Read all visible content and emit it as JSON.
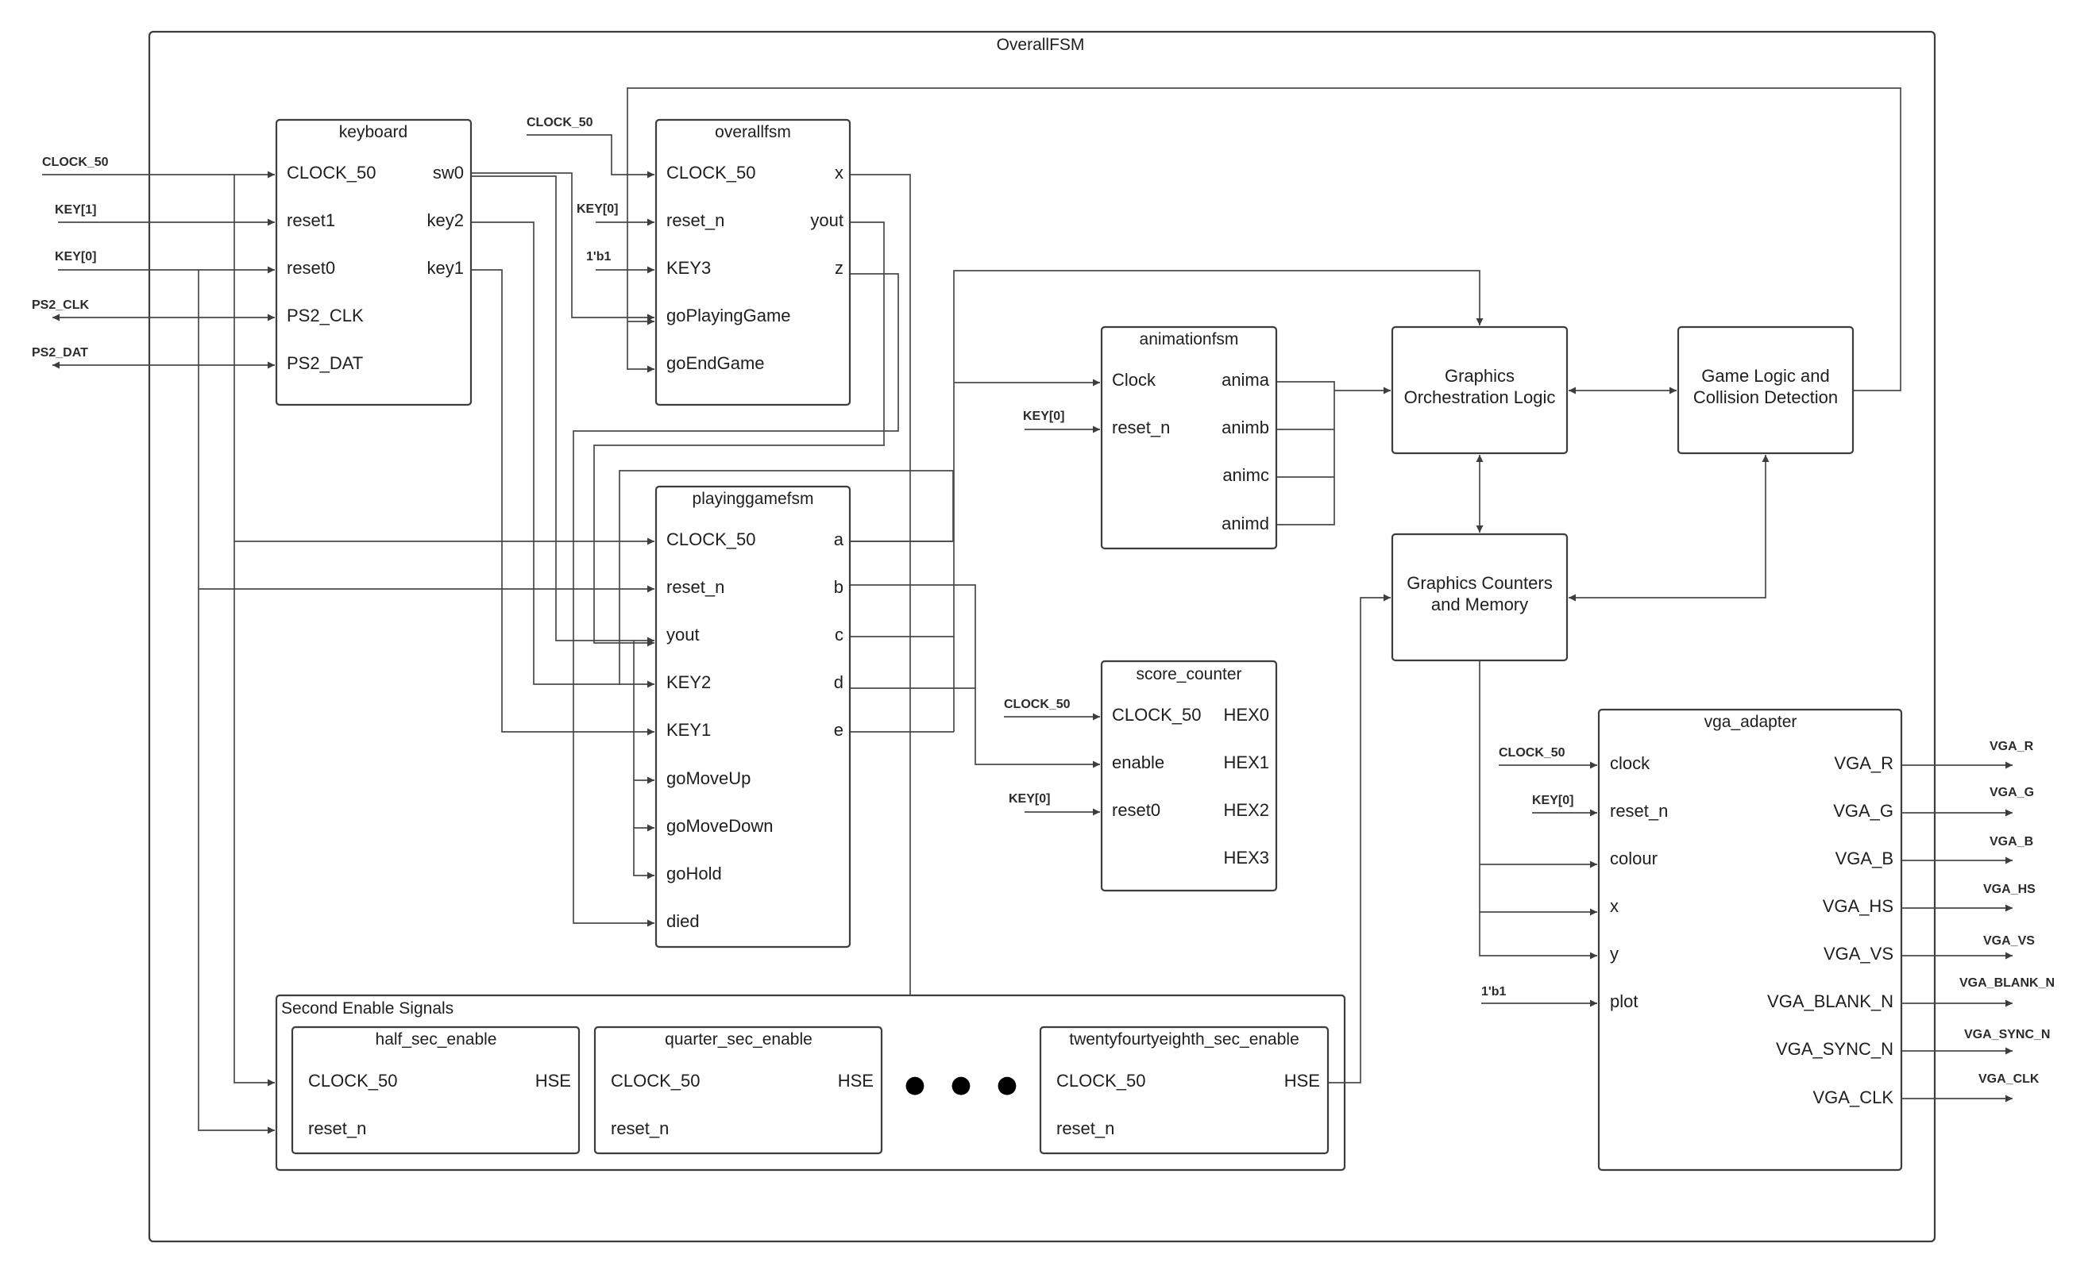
{
  "top_module": "OverallFSM",
  "ellipsis": [
    "●",
    "●",
    "●"
  ],
  "keyboard": {
    "title": "keyboard",
    "inputs": [
      "CLOCK_50",
      "reset1",
      "reset0",
      "PS2_CLK",
      "PS2_DAT"
    ],
    "outputs": [
      "sw0",
      "key2",
      "key1"
    ]
  },
  "overallfsm": {
    "title": "overallfsm",
    "inputs": [
      "CLOCK_50",
      "reset_n",
      "KEY3",
      "goPlayingGame",
      "goEndGame"
    ],
    "outputs": [
      "x",
      "yout",
      "z"
    ]
  },
  "playinggamefsm": {
    "title": "playinggamefsm",
    "inputs": [
      "CLOCK_50",
      "reset_n",
      "yout",
      "KEY2",
      "KEY1",
      "goMoveUp",
      "goMoveDown",
      "goHold",
      "died"
    ],
    "outputs": [
      "a",
      "b",
      "c",
      "d",
      "e"
    ]
  },
  "animationfsm": {
    "title": "animationfsm",
    "inputs": [
      "Clock",
      "reset_n"
    ],
    "outputs": [
      "anima",
      "animb",
      "animc",
      "animd"
    ]
  },
  "score_counter": {
    "title": "score_counter",
    "inputs": [
      "CLOCK_50",
      "enable",
      "reset0"
    ],
    "outputs": [
      "HEX0",
      "HEX1",
      "HEX2",
      "HEX3"
    ]
  },
  "graphics_orchestration": {
    "line1": "Graphics",
    "line2": "Orchestration Logic"
  },
  "game_logic": {
    "line1": "Game Logic and",
    "line2": "Collision Detection"
  },
  "graphics_counters": {
    "line1": "Graphics Counters",
    "line2": "and Memory"
  },
  "vga_adapter": {
    "title": "vga_adapter",
    "inputs": [
      "clock",
      "reset_n",
      "colour",
      "x",
      "y",
      "plot"
    ],
    "outputs": [
      "VGA_R",
      "VGA_G",
      "VGA_B",
      "VGA_HS",
      "VGA_VS",
      "VGA_BLANK_N",
      "VGA_SYNC_N",
      "VGA_CLK"
    ]
  },
  "enable_group": {
    "title": "Second Enable Signals",
    "modules": [
      {
        "title": "half_sec_enable",
        "inputs": [
          "CLOCK_50",
          "reset_n"
        ],
        "output": "HSE"
      },
      {
        "title": "quarter_sec_enable",
        "inputs": [
          "CLOCK_50",
          "reset_n"
        ],
        "output": "HSE"
      },
      {
        "title": "twentyfourtyeighth_sec_enable",
        "inputs": [
          "CLOCK_50",
          "reset_n"
        ],
        "output": "HSE"
      }
    ]
  },
  "external_signals": {
    "keyboard_in": [
      "CLOCK_50",
      "KEY[1]",
      "KEY[0]",
      "PS2_CLK",
      "PS2_DAT"
    ],
    "overallfsm_in": [
      "CLOCK_50",
      "KEY[0]",
      "1'b1"
    ],
    "animationfsm_in": [
      "KEY[0]"
    ],
    "score_counter_in": [
      "CLOCK_50",
      "KEY[0]"
    ],
    "vga_in": [
      "CLOCK_50",
      "KEY[0]",
      "1'b1"
    ],
    "vga_out": [
      "VGA_R",
      "VGA_G",
      "VGA_B",
      "VGA_HS",
      "VGA_VS",
      "VGA_BLANK_N",
      "VGA_SYNC_N",
      "VGA_CLK"
    ]
  }
}
